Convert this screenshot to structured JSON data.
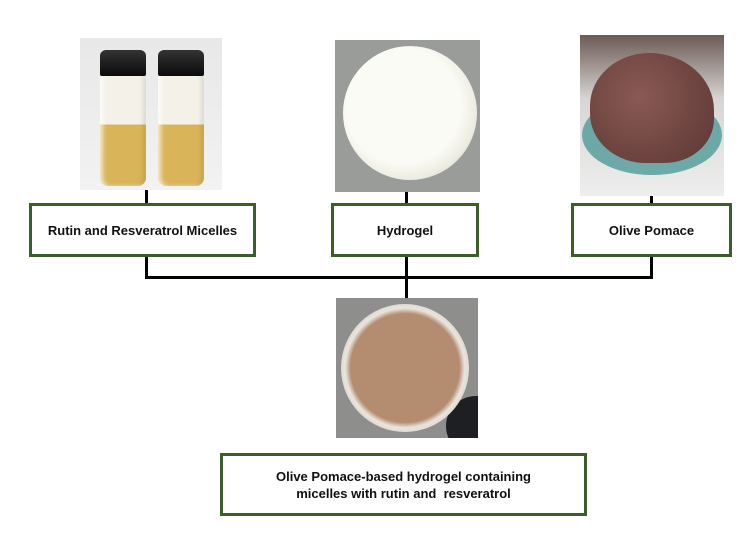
{
  "diagram": {
    "inputs": [
      {
        "label": "Rutin and Resveratrol Micelles",
        "image": "vials-with-yellow-liquid-photo"
      },
      {
        "label": "Hydrogel",
        "image": "white-hydrogel-jar-photo"
      },
      {
        "label": "Olive Pomace",
        "image": "olive-pomace-in-glass-dish-photo"
      }
    ],
    "output": {
      "label_line1": "Olive Pomace-based hydrogel containing",
      "label_line2": "micelles with rutin and  resveratrol",
      "image": "brown-hydrogel-jar-photo"
    },
    "colors": {
      "box_border": "#3b5e2b",
      "connector": "#000000"
    }
  }
}
